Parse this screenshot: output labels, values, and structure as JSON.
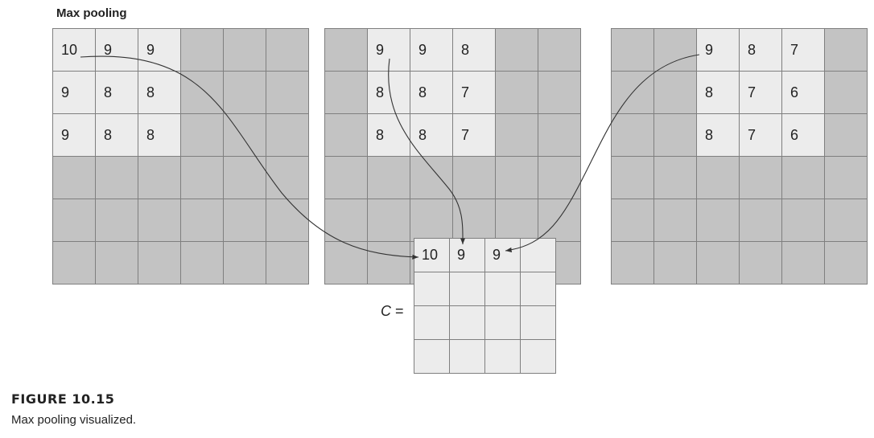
{
  "title": "Max pooling",
  "grids": [
    {
      "name": "input-grid-1",
      "window": {
        "row": 0,
        "col": 0,
        "size": 3
      },
      "values": [
        [
          "10",
          "9",
          "9"
        ],
        [
          "9",
          "8",
          "8"
        ],
        [
          "9",
          "8",
          "8"
        ]
      ]
    },
    {
      "name": "input-grid-2",
      "window": {
        "row": 0,
        "col": 1,
        "size": 3
      },
      "values": [
        [
          "9",
          "9",
          "8"
        ],
        [
          "8",
          "8",
          "7"
        ],
        [
          "8",
          "8",
          "7"
        ]
      ]
    },
    {
      "name": "input-grid-3",
      "window": {
        "row": 0,
        "col": 2,
        "size": 3
      },
      "values": [
        [
          "9",
          "8",
          "7"
        ],
        [
          "8",
          "7",
          "6"
        ],
        [
          "8",
          "7",
          "6"
        ]
      ]
    }
  ],
  "output": {
    "label_var": "C",
    "label_eq": " =",
    "rows": 4,
    "cols": 4,
    "values": [
      [
        "10",
        "9",
        "9",
        ""
      ],
      [
        "",
        "",
        "",
        ""
      ],
      [
        "",
        "",
        "",
        ""
      ],
      [
        "",
        "",
        "",
        ""
      ]
    ]
  },
  "figure": {
    "number": "FIGURE 10.15",
    "caption": "Max pooling visualized."
  },
  "colors": {
    "window_cell": "#ececec",
    "other_cell": "#c3c3c3",
    "grid_line": "#7f7f7f",
    "arrow": "#333333"
  }
}
